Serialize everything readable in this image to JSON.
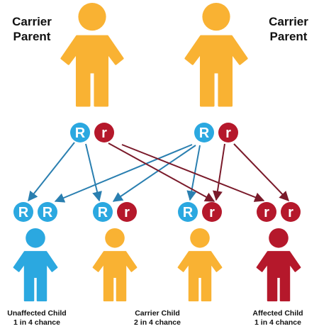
{
  "parents": [
    {
      "label_line1": "Carrier",
      "label_line2": "Parent",
      "color": "#F9B233",
      "alleles": [
        "R",
        "r"
      ]
    },
    {
      "label_line1": "Carrier",
      "label_line2": "Parent",
      "color": "#F9B233",
      "alleles": [
        "R",
        "r"
      ]
    }
  ],
  "children": [
    {
      "alleles": [
        "R",
        "R"
      ],
      "color": "#2BA8E0",
      "caption_line1": "Unaffected Child",
      "caption_line2": "1 in 4 chance"
    },
    {
      "alleles": [
        "R",
        "r"
      ],
      "color": "#F9B233",
      "caption_line1": "",
      "caption_line2": ""
    },
    {
      "alleles": [
        "R",
        "r"
      ],
      "color": "#F9B233",
      "caption_line1": "",
      "caption_line2": ""
    },
    {
      "alleles": [
        "r",
        "r"
      ],
      "color": "#B5182B",
      "caption_line1": "Affected Child",
      "caption_line2": "1 in 4 chance"
    }
  ],
  "carrier_caption": {
    "line1": "Carrier Child",
    "line2": "2 in 4 chance"
  },
  "colors": {
    "dominant_allele": "#2BA8E0",
    "recessive_allele": "#B5182B",
    "dominant_arrow": "#2A7FB0",
    "recessive_arrow": "#7A1A2A",
    "carrier": "#F9B233",
    "unaffected": "#2BA8E0",
    "affected": "#B5182B"
  }
}
